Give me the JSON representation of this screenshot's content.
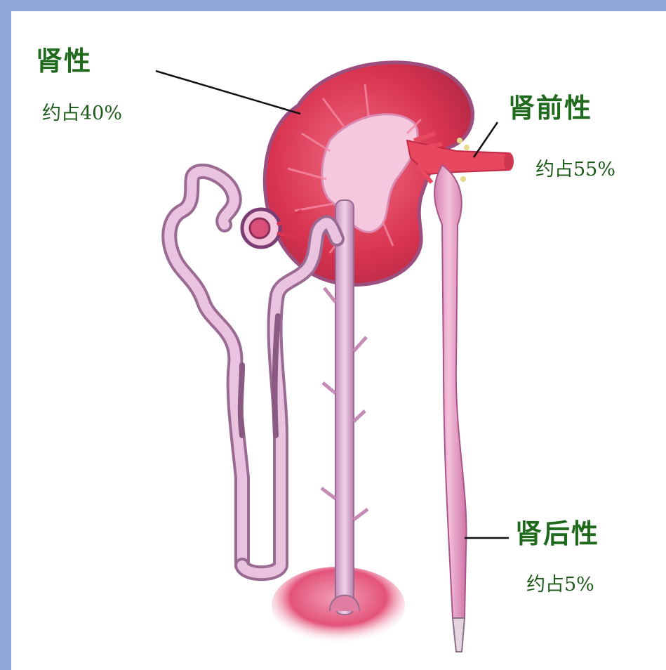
{
  "labels": {
    "renal": {
      "title": "肾性",
      "pct": "约占40%"
    },
    "prerenal": {
      "title": "肾前性",
      "pct": "约占55%"
    },
    "postrenal": {
      "title": "肾后性",
      "pct": "约占5%"
    }
  },
  "colors": {
    "frame": "#8fa7d8",
    "label": "#1f6a1c",
    "kidney_red": "#d8334f",
    "tubule_pink": "#c98ab9"
  }
}
